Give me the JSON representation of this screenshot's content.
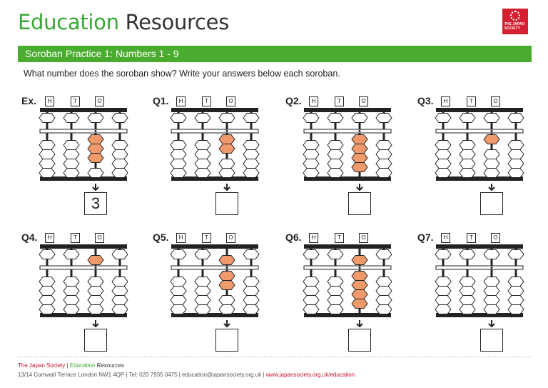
{
  "header": {
    "title_green": "Education",
    "title_rest": " Resources",
    "logo_text": "THE JAPAN SOCIETY"
  },
  "banner": "Soroban Practice 1: Numbers 1 - 9",
  "instructions": "What number does the soroban show? Write your answers below each soroban.",
  "column_labels": [
    "H",
    "T",
    "O"
  ],
  "questions": [
    {
      "label": "Ex.",
      "ones_lower_active": 3,
      "ones_upper_active": false,
      "answer": "3"
    },
    {
      "label": "Q1.",
      "ones_lower_active": 2,
      "ones_upper_active": false,
      "answer": ""
    },
    {
      "label": "Q2.",
      "ones_lower_active": 4,
      "ones_upper_active": false,
      "answer": ""
    },
    {
      "label": "Q3.",
      "ones_lower_active": 1,
      "ones_upper_active": false,
      "answer": ""
    },
    {
      "label": "Q4.",
      "ones_lower_active": 0,
      "ones_upper_active": true,
      "answer": ""
    },
    {
      "label": "Q5.",
      "ones_lower_active": 2,
      "ones_upper_active": true,
      "answer": ""
    },
    {
      "label": "Q6.",
      "ones_lower_active": 4,
      "ones_upper_active": true,
      "answer": ""
    },
    {
      "label": "Q7.",
      "ones_lower_active": 0,
      "ones_upper_active": false,
      "answer": ""
    }
  ],
  "colors": {
    "active_bead": "#f09a6c",
    "green": "#4aac2e",
    "red": "#c8102e"
  },
  "footer": {
    "org": "The Japan Society",
    "sep": " | ",
    "edu": "Education",
    "res": " Resources",
    "address": "13/14 Cornwall Terrace London NW1 4QP  |  Tel: 020 7935 0475  |  education@japansociety.org.uk  |  ",
    "web": "www.japansociety.org.uk/education"
  }
}
